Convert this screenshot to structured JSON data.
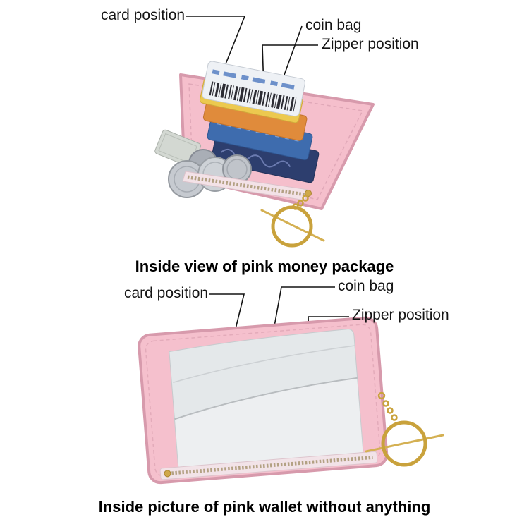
{
  "annotations": {
    "top": {
      "card_position": "card position",
      "coin_bag": "coin bag",
      "zipper_position": "Zipper position",
      "caption": "Inside view of pink money package"
    },
    "bottom": {
      "card_position": "card position",
      "coin_bag": "coin bag",
      "zipper_position": "Zipper position",
      "caption": "Inside picture of pink wallet without anything"
    }
  },
  "illustration": {
    "top_wallet": {
      "name": "pink-wallet-inside-view-with-cards-and-coins",
      "parts": [
        "card-slots-with-cards",
        "barcode-card",
        "coins",
        "banknote",
        "zipper",
        "gold-keyring"
      ]
    },
    "bottom_wallet": {
      "name": "empty-pink-wallet-inside-view",
      "parts": [
        "gray-card-pockets",
        "coin-bag",
        "zipper",
        "gold-keyring"
      ]
    },
    "colors": {
      "wallet_pink": "#f5c0cd",
      "wallet_border": "#d79aac",
      "pocket_gray": "#e4e8ea",
      "gold": "#c9a23c",
      "coin_silver": "#c6cad0",
      "leader_line": "#141414"
    }
  }
}
